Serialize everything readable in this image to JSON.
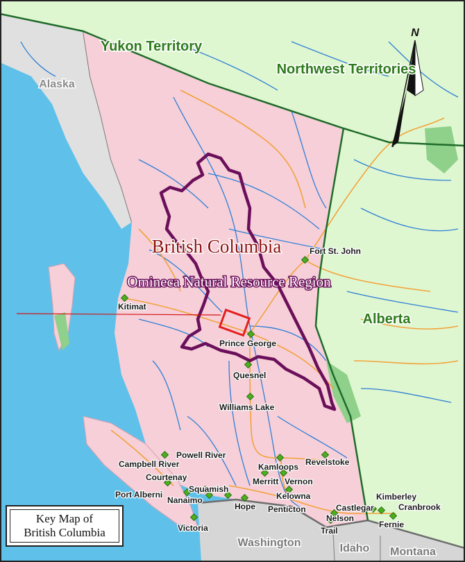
{
  "map": {
    "territory_labels": {
      "yukon": "Yukon Territory",
      "nwt": "Northwest Territories",
      "alaska": "Alaska",
      "alberta": "Alberta",
      "washington": "Washington",
      "idaho": "Idaho",
      "montana": "Montana"
    },
    "province_label": "British Columbia",
    "region_label": "Omineca Natural Resource Region",
    "north_label": "N",
    "cities": [
      "Fort St. John",
      "Kitimat",
      "Prince George",
      "Quesnel",
      "Williams Lake",
      "Powell River",
      "Campbell River",
      "Courtenay",
      "Squamish",
      "Port Alberni",
      "Nanaimo",
      "Kamloops",
      "Revelstoke",
      "Merritt",
      "Vernon",
      "Kelowna",
      "Hope",
      "Penticton",
      "Castlegar",
      "Nelson",
      "Trail",
      "Kimberley",
      "Cranbrook",
      "Fernie",
      "Victoria"
    ],
    "legend": {
      "line1": "Key Map of",
      "line2": "British Columbia"
    },
    "colors": {
      "ocean": "#5fc1ea",
      "bc_land": "#f6cfd8",
      "other_land": "#dff7d0",
      "us_land": "#d6d6d6",
      "river": "#2e7fd6",
      "road": "#f2a23a",
      "territory_border": "#1f6b2a",
      "region_outline": "#6b0f5a",
      "area_box": "#e51d1d",
      "province_text": "#8c1010",
      "region_text": "#ffffff",
      "territory_text": "#2e7a1c"
    }
  }
}
